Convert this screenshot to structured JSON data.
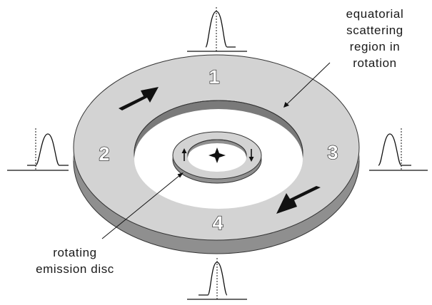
{
  "labels": {
    "scattering_region": [
      "equatorial",
      "scattering",
      "region in",
      "rotation"
    ],
    "emission_disc": [
      "rotating",
      "emission disc"
    ]
  },
  "regions": [
    "1",
    "2",
    "3",
    "4"
  ],
  "profile_count": 4,
  "colors": {
    "ring_top": "#d3d3d3",
    "ring_side": "#8f8f8f",
    "ring_inner_wall": "#7a7a7a",
    "outline": "#333333",
    "arrow": "#111111",
    "background": "#ffffff"
  },
  "icons": {
    "center_source": "four-point-star",
    "rotation_arrows": "block-arrow",
    "disc_rotation_arrows": "small-arrow"
  }
}
